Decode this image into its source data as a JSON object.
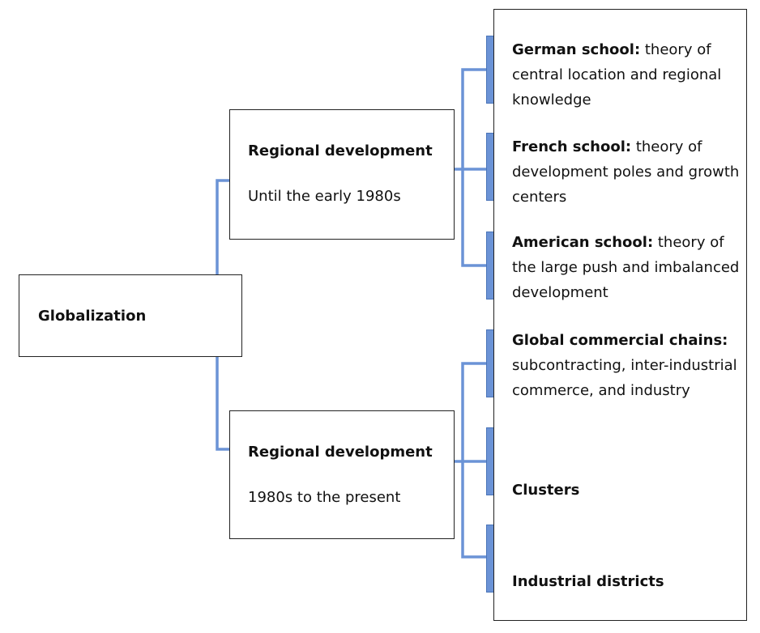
{
  "root": {
    "label": "Globalization"
  },
  "branches": [
    {
      "title": "Regional development",
      "period": "Until the early 1980s"
    },
    {
      "title": "Regional development",
      "period": "1980s to the present"
    }
  ],
  "items": [
    {
      "name": "German school:",
      "desc": " theory of central location and regional knowledge"
    },
    {
      "name": "French school:",
      "desc": " theory of development poles and growth centers"
    },
    {
      "name": "American school:",
      "desc": " theory of the large push and imbalanced development"
    },
    {
      "name": "Global commercial chains:",
      "desc": " subcontracting, inter-industrial commerce, and industry"
    },
    {
      "name": "Clusters",
      "desc": ""
    },
    {
      "name": "Industrial districts",
      "desc": ""
    }
  ],
  "colors": {
    "connector": "#6b93d6",
    "border": "#222222"
  }
}
